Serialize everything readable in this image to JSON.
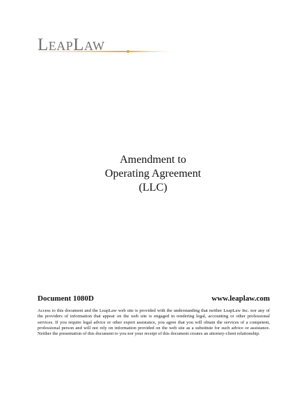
{
  "logo": {
    "text": "LeapLaw",
    "accent_color": "#e8a33a"
  },
  "document": {
    "title_lines": [
      "Amendment to",
      "Operating Agreement",
      "(LLC)"
    ],
    "doc_id": "Document 1080D",
    "url": "www.leaplaw.com",
    "disclaimer": "Access to this document and the LeapLaw web site is provided with the understanding that neither LeapLaw Inc. nor any of the providers of information that appear on the web site is engaged in rendering legal, accounting or other professional services.  If you require legal advice or other expert assistance, you agree that you will obtain the services of a competent, professional person and will not rely on information provided on the web site as a substitute for such advice or assistance.  Neither the presentation of this document to you nor your receipt of this document creates an attorney-client relationship."
  }
}
